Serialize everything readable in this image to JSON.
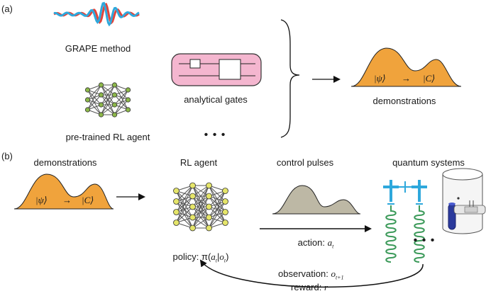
{
  "panel_a": {
    "label": "(a)",
    "grape_label": "GRAPE method",
    "rl_pretrained_label": "pre-trained RL agent",
    "analytical_label": "analytical gates",
    "dots": "• • •",
    "demonstrations_label": "demonstrations",
    "psi": "|ψ⟩",
    "arrow_glyph": "→",
    "target_state": "|C⟩"
  },
  "panel_b": {
    "label": "(b)",
    "demonstrations_label": "demonstrations",
    "psi": "|ψ⟩",
    "arrow_glyph": "→",
    "target_state": "|C⟩",
    "rl_agent_label": "RL agent",
    "policy_prefix": "policy: π(",
    "policy_a": "a",
    "policy_sub_t1": "t",
    "policy_bar": "|",
    "policy_o": "o",
    "policy_sub_t2": "t",
    "policy_suffix": ")",
    "control_pulses_label": "control pulses",
    "action_prefix": "action: ",
    "action_a": "a",
    "action_sub": "t",
    "quantum_label": "quantum systems",
    "dots": "• • •",
    "observation_prefix": "observation: ",
    "observation_o": "o",
    "observation_sub": "t+1",
    "reward_prefix": "reward: ",
    "reward_r": "r"
  },
  "colors": {
    "orange": "#F0A33C",
    "gray_pulse": "#BDB8A5",
    "node_green": "#8DB84A",
    "node_yellow": "#E5E56A",
    "gate_pink": "#F4B6CF",
    "cyan": "#2EA8DC",
    "red": "#E2443A",
    "coil_green": "#3C9A5A",
    "cavity_blue": "#2B3A9C"
  }
}
